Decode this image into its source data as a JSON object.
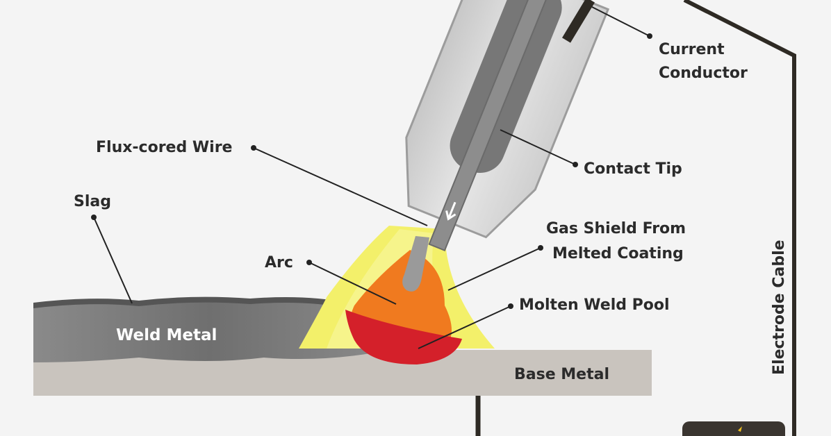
{
  "labels": {
    "current_conductor_line1": "Current",
    "current_conductor_line2": "Conductor",
    "flux_cored_wire": "Flux-cored Wire",
    "contact_tip": "Contact Tip",
    "slag": "Slag",
    "gas_shield_line1": "Gas Shield From",
    "gas_shield_line2": "Melted Coating",
    "arc": "Arc",
    "molten_weld_pool": "Molten Weld Pool",
    "weld_metal": "Weld Metal",
    "base_metal": "Base Metal",
    "electrode_cable": "Electrode Cable"
  },
  "colors": {
    "background": "#f4f4f4",
    "nozzle": "#d6d6d6",
    "contact_tip": "#777777",
    "cable": "#2e2a24",
    "weld_metal": "#7f7f7f",
    "slag": "#555555",
    "base_metal": "#c9c4be",
    "gas_shield": "#f3f06a",
    "arc": "#f07a1f",
    "weld_pool": "#d4202a",
    "text": "#2b2b2b"
  }
}
